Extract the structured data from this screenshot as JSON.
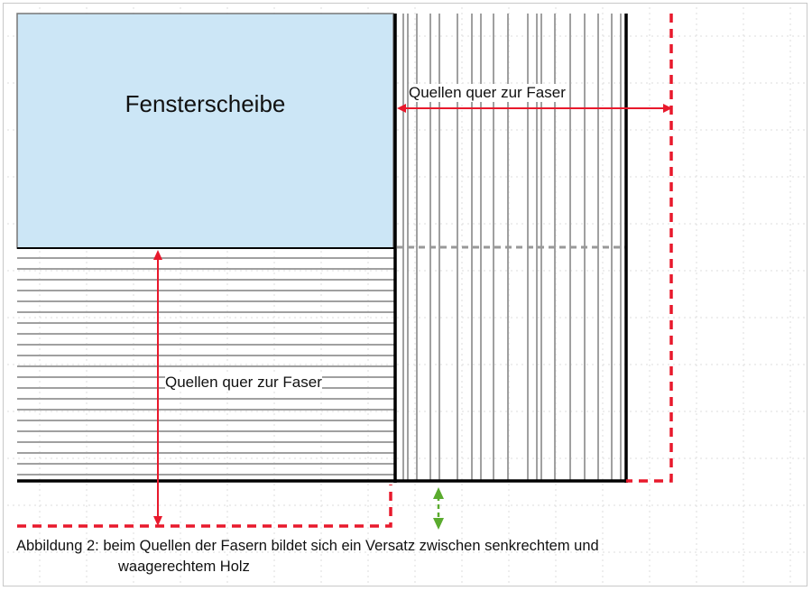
{
  "diagram": {
    "pane_label": "Fensterscheibe",
    "arrow_label_horizontal": "Quellen quer zur Faser",
    "arrow_label_vertical": "Quellen quer zur Faser",
    "caption_line1": "Abbildung 2: beim Quellen der Fasern bildet sich ein Versatz zwischen senkrechtem und",
    "caption_line2": "waagerechtem Holz",
    "colors": {
      "pane": "#cce6f6",
      "swelling": "#e8192c",
      "offset": "#5aab2e",
      "grain": "#a0a0a0",
      "frame": "#000000"
    }
  }
}
